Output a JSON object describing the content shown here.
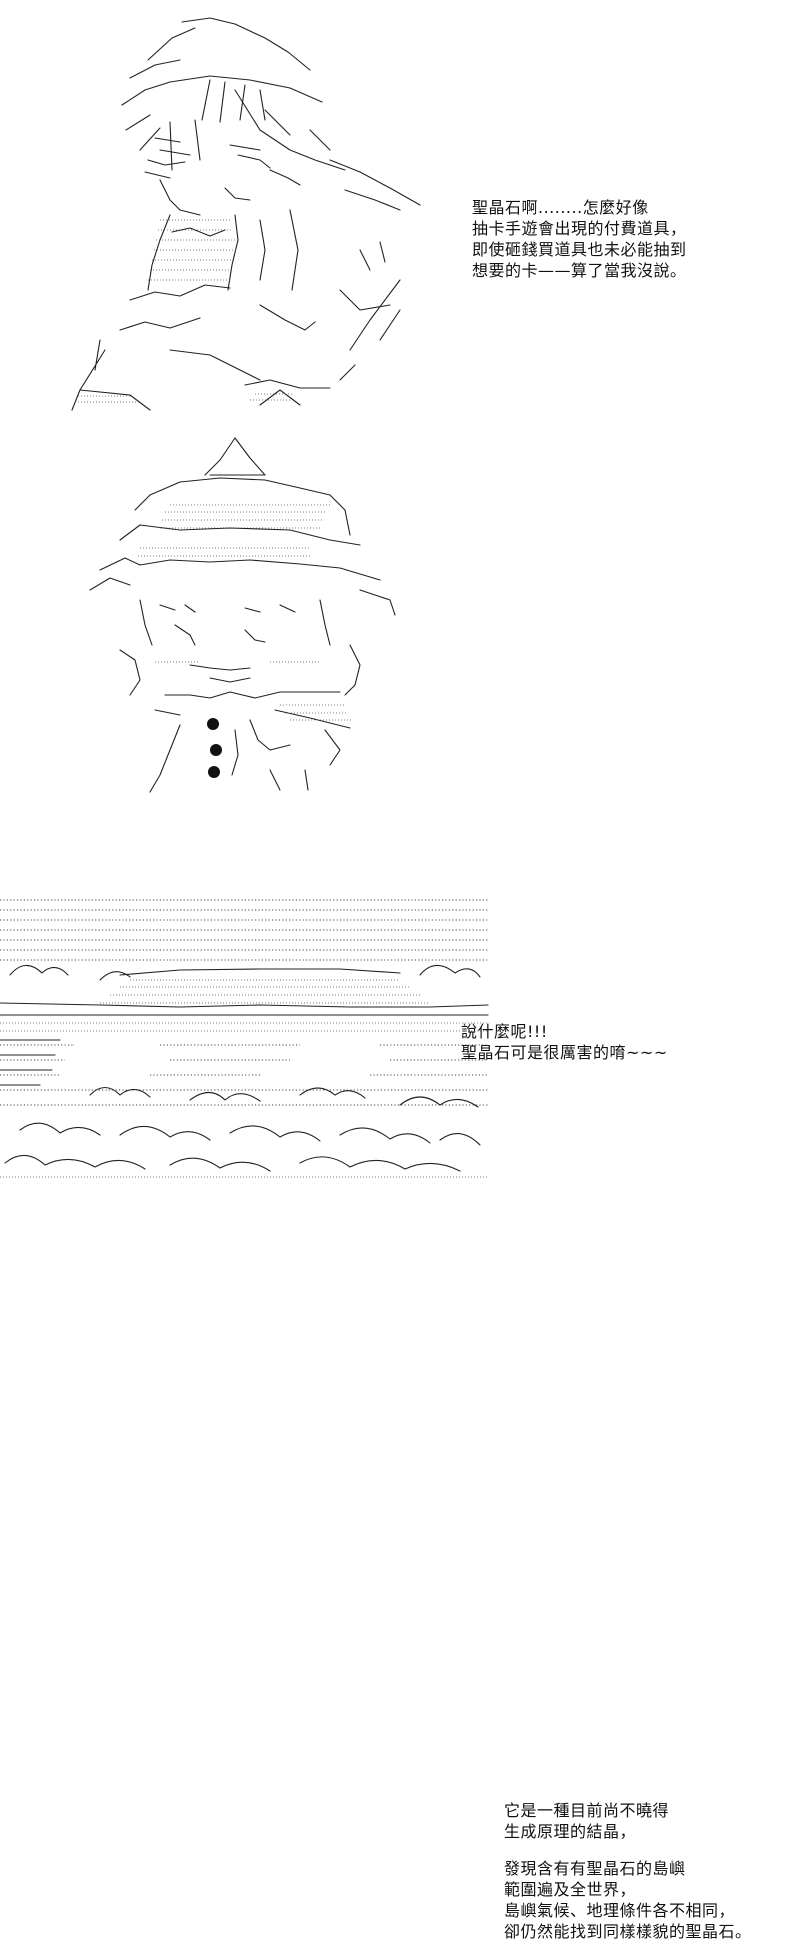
{
  "panels": [
    {
      "caption_lines": [
        "聖晶石啊........怎麼好像",
        "抽卡手遊會出現的付費道具，",
        "即使砸錢買道具也未必能抽到",
        "想要的卡——算了當我沒說。"
      ]
    },
    {
      "caption_lines": [
        "說什麼呢!!!",
        "聖晶石可是很厲害的唷~~~"
      ]
    },
    {
      "caption_paragraphs": [
        [
          "它是一種目前尚不曉得",
          "生成原理的結晶，"
        ],
        [
          "發現含有有聖晶石的島嶼",
          "範圍遍及全世界，",
          "島嶼氣候、地理條件各不相同，",
          "卻仍然能找到同樣樣貌的聖晶石。"
        ]
      ]
    }
  ]
}
